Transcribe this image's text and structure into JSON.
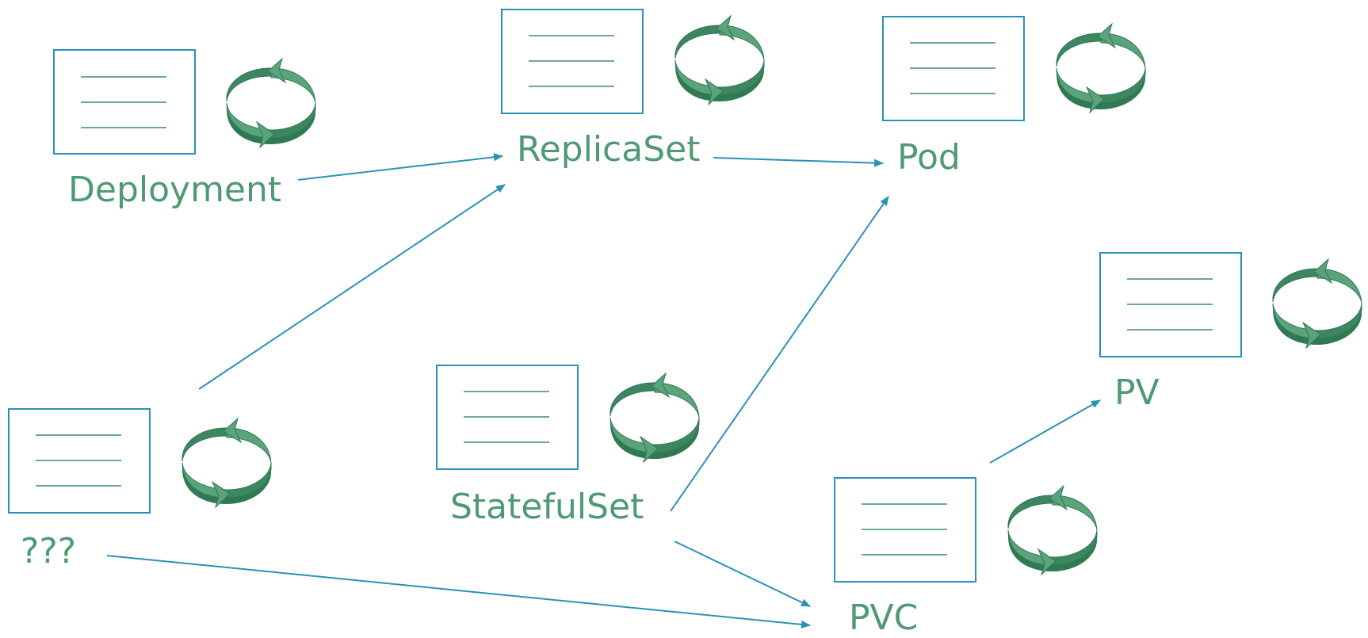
{
  "colors": {
    "box_stroke": "#2b8fb9",
    "line_green": "#3a8f63",
    "label_green": "#4e9a72",
    "cycle_light": "#5aa37b",
    "cycle_dark": "#3d8660",
    "cycle_edge": "#2f7a53",
    "arrow": "#2a92b6"
  },
  "nodes": {
    "deployment": {
      "label": "Deployment"
    },
    "replicaset": {
      "label": "ReplicaSet"
    },
    "pod": {
      "label": "Pod"
    },
    "unknown": {
      "label": "???"
    },
    "statefulset": {
      "label": "StatefulSet"
    },
    "pv": {
      "label": "PV"
    },
    "pvc": {
      "label": "PVC"
    }
  },
  "edges": [
    {
      "from": "deployment",
      "to": "replicaset"
    },
    {
      "from": "replicaset",
      "to": "pod"
    },
    {
      "from": "unknown",
      "to": "replicaset"
    },
    {
      "from": "statefulset",
      "to": "pod"
    },
    {
      "from": "statefulset",
      "to": "pvc"
    },
    {
      "from": "unknown",
      "to": "pvc"
    },
    {
      "from": "pvc",
      "to": "pv"
    }
  ],
  "icons": {
    "document": "document-icon",
    "reconcile": "reconcile-cycle-icon"
  }
}
